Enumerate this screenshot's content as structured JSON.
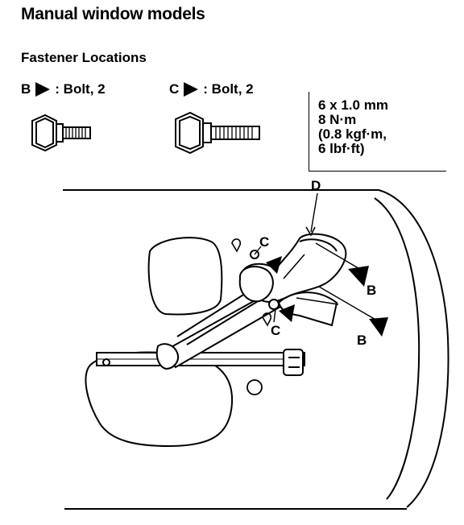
{
  "title": "Manual window models",
  "subtitle": "Fastener Locations",
  "legend": {
    "b": {
      "letter": "B",
      "text": ": Bolt, 2"
    },
    "c": {
      "letter": "C",
      "text": ": Bolt, 2"
    }
  },
  "spec": {
    "line1": "6 x 1.0 mm",
    "line2": "8 N·m",
    "line3": "(0.8 kgf·m,",
    "line4": "6 lbf·ft)"
  },
  "callouts": {
    "d": "D",
    "c_top": "C",
    "c_bottom": "C",
    "b_top": "B",
    "b_bottom": "B"
  }
}
